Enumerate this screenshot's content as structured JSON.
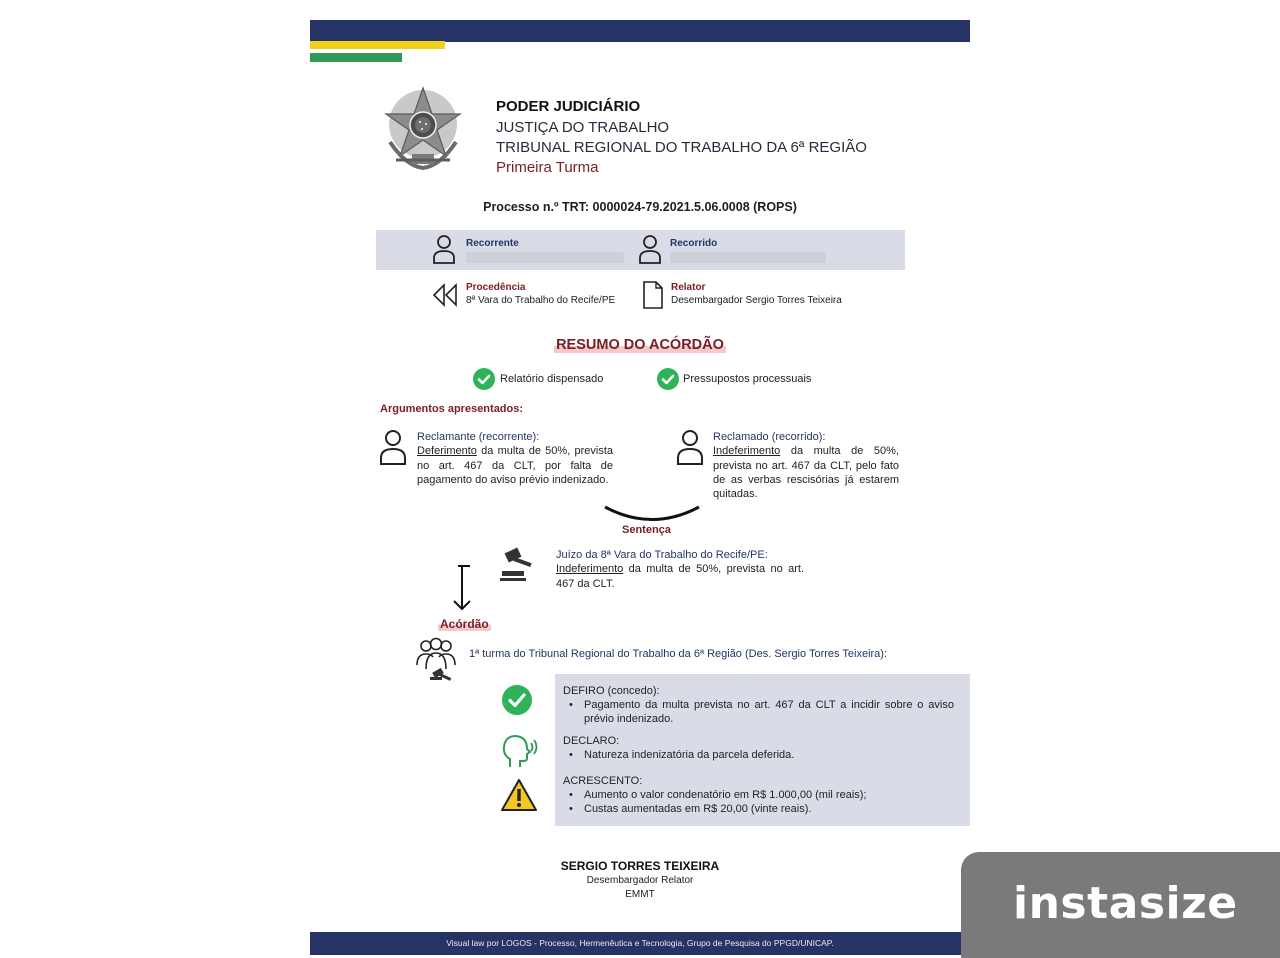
{
  "header": {
    "line1": "PODER JUDICIÁRIO",
    "line2": "JUSTIÇA DO TRABALHO",
    "line3": "TRIBUNAL REGIONAL DO TRABALHO DA 6ª REGIÃO",
    "line4": "Primeira Turma"
  },
  "process": "Processo n.º TRT: 0000024-79.2021.5.06.0008 (ROPS)",
  "parties": {
    "recorrente_label": "Recorrente",
    "recorrido_label": "Recorrido",
    "procedencia_label": "Procedência",
    "procedencia_value": "8ª Vara do Trabalho do Recife/PE",
    "relator_label": "Relator",
    "relator_value": "Desembargador Sergio Torres Teixeira"
  },
  "summary_title": "RESUMO DO ACÓRDÃO",
  "checks": {
    "item1": "Relatório dispensado",
    "item2": "Pressupostos processuais"
  },
  "arguments": {
    "heading": "Argumentos apresentados:",
    "left": {
      "title": "Reclamante (recorrente):",
      "keyword": "Deferimento",
      "text": " da multa de 50%, prevista no art. 467 da CLT, por falta de pagamento do aviso prévio indenizado."
    },
    "right": {
      "title": "Reclamado (recorrido):",
      "keyword": "Indeferimento",
      "text": " da multa de 50%, prevista no art. 467 da CLT, pelo fato de as verbas rescisórias já estarem quitadas."
    }
  },
  "sentence": {
    "heading": "Sentença",
    "title": "Juízo da 8ª Vara do Trabalho do Recife/PE:",
    "keyword": "Indeferimento",
    "text": " da multa de 50%, prevista no art. 467 da CLT."
  },
  "ruling": {
    "heading": "Acórdão",
    "court": "1ª turma do Tribunal Regional do Trabalho da 6ª Região (Des. Sergio Torres Teixeira):",
    "defiro_title": "DEFIRO (concedo):",
    "defiro_item": "Pagamento da multa prevista no art. 467 da CLT a incidir sobre o aviso prévio indenizado.",
    "declaro_title": "DECLARO:",
    "declaro_item": "Natureza indenizatória da parcela deferida.",
    "acrescento_title": "ACRESCENTO:",
    "acrescento_item1": "Aumento o valor condenatório em R$ 1.000,00 (mil reais);",
    "acrescento_item2": "Custas aumentadas em R$ 20,00 (vinte reais)."
  },
  "signature": {
    "name": "SERGIO TORRES TEIXEIRA",
    "role": "Desembargador Relator",
    "code": "EMMT"
  },
  "footer": "Visual law por LOGOS - Processo, Hermenêutica e Tecnologia, Grupo de Pesquisa do PPGD/UNICAP.",
  "watermark": "instasize",
  "colors": {
    "navy": "#253465",
    "yellow": "#f1d21a",
    "green": "#2e9b58",
    "maroon": "#7a1d24",
    "panel": "#d9dce6",
    "check": "#2fb359"
  }
}
